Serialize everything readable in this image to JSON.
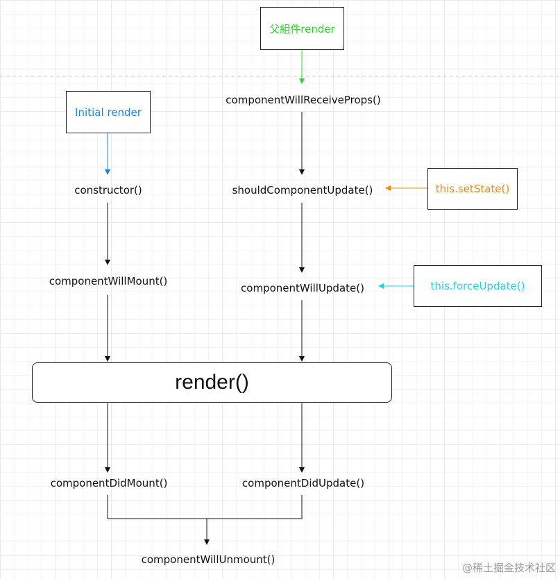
{
  "colors": {
    "parent_render": "#22dd22",
    "initial_render": "#1a86e0",
    "set_state": "#f08a12",
    "force_update": "#17d8e8",
    "arrow": "#111111",
    "dashed_line": "#c8c8c8"
  },
  "boxes": {
    "parent_render": "父組件render",
    "initial_render": "Initial render",
    "set_state": "this.setState()",
    "force_update": "this.forceUpdate()"
  },
  "lifecycle": {
    "constructor": "constructor()",
    "will_mount": "componentWillMount()",
    "will_receive_props": "componentWillReceiveProps()",
    "should_update": "shouldComponentUpdate()",
    "will_update": "componentWillUpdate()",
    "render": "render()",
    "did_mount": "componentDidMount()",
    "did_update": "componentDidUpdate()",
    "will_unmount": "componentWillUnmount()"
  },
  "watermark": "@稀土掘金技术社区"
}
